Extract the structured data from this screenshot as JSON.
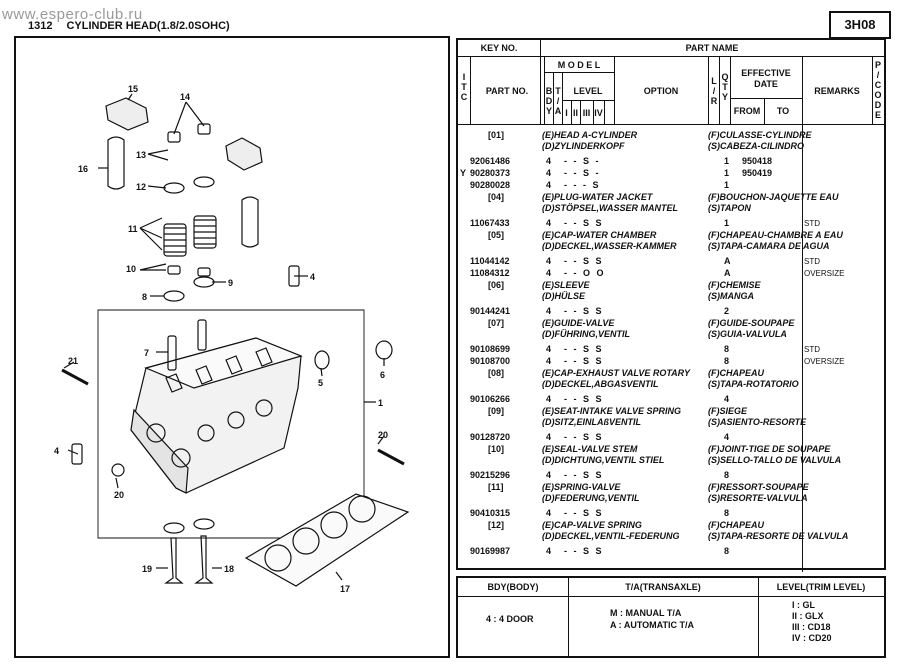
{
  "watermark": "www.espero-club.ru",
  "header": {
    "section_code": "1312",
    "title": "CYLINDER HEAD(1.8/2.0SOHC)",
    "page_code": "3H08"
  },
  "table_headers": {
    "key_no": "KEY NO.",
    "part_name": "PART NAME",
    "itc": [
      "I",
      "T",
      "C"
    ],
    "part_no": "PART NO.",
    "model": "M O D E L",
    "bdy": [
      "B",
      "D",
      "Y"
    ],
    "ta": [
      "T",
      "/",
      "A"
    ],
    "level": "LEVEL",
    "levels": [
      "I",
      "II",
      "III",
      "IV"
    ],
    "option": "OPTION",
    "lr": [
      "L",
      "/",
      "R"
    ],
    "qty": [
      "Q",
      "T",
      "Y"
    ],
    "effective_date": "EFFECTIVE DATE",
    "from": "FROM",
    "to": "TO",
    "remarks": "REMARKS",
    "pcode": [
      "P",
      "/",
      "C",
      "O",
      "D",
      "E"
    ]
  },
  "parts": [
    {
      "type": "name",
      "key": "[01]",
      "e": "(E)HEAD A-CYLINDER",
      "f": "(F)CULASSE-CYLINDRE",
      "d": "(D)ZYLINDERKOPF",
      "s": "(S)CABEZA-CILINDRO"
    },
    {
      "type": "row",
      "itc": "",
      "pn": "92061486",
      "bdy": "4",
      "lv": "- - S -",
      "qty": "1",
      "date": "950418",
      "rem": ""
    },
    {
      "type": "row",
      "itc": "Y",
      "pn": "90280373",
      "bdy": "4",
      "lv": "- - S -",
      "qty": "1",
      "date": "950419",
      "rem": ""
    },
    {
      "type": "row",
      "itc": "",
      "pn": "90280028",
      "bdy": "4",
      "lv": "- - - S",
      "qty": "1",
      "date": "",
      "rem": ""
    },
    {
      "type": "name",
      "key": "[04]",
      "e": "(E)PLUG-WATER JACKET",
      "f": "(F)BOUCHON-JAQUETTE EAU",
      "d": "(D)STÖPSEL,WASSER MANTEL",
      "s": "(S)TAPON"
    },
    {
      "type": "row",
      "itc": "",
      "pn": "11067433",
      "bdy": "4",
      "lv": "- - S S",
      "qty": "1",
      "date": "",
      "rem": "STD"
    },
    {
      "type": "name",
      "key": "[05]",
      "e": "(E)CAP-WATER CHAMBER",
      "f": "(F)CHAPEAU-CHAMBRE A EAU",
      "d": "(D)DECKEL,WASSER-KAMMER",
      "s": "(S)TAPA-CAMARA DE AGUA"
    },
    {
      "type": "row",
      "itc": "",
      "pn": "11044142",
      "bdy": "4",
      "lv": "- - S S",
      "qty": "A",
      "date": "",
      "rem": "STD"
    },
    {
      "type": "row",
      "itc": "",
      "pn": "11084312",
      "bdy": "4",
      "lv": "- - O O",
      "qty": "A",
      "date": "",
      "rem": "OVERSIZE"
    },
    {
      "type": "name",
      "key": "[06]",
      "e": "(E)SLEEVE",
      "f": "(F)CHEMISE",
      "d": "(D)HÜLSE",
      "s": "(S)MANGA"
    },
    {
      "type": "row",
      "itc": "",
      "pn": "90144241",
      "bdy": "4",
      "lv": "- - S S",
      "qty": "2",
      "date": "",
      "rem": ""
    },
    {
      "type": "name",
      "key": "[07]",
      "e": "(E)GUIDE-VALVE",
      "f": "(F)GUIDE-SOUPAPE",
      "d": "(D)FÜHRING,VENTIL",
      "s": "(S)GUIA-VALVULA"
    },
    {
      "type": "row",
      "itc": "",
      "pn": "90108699",
      "bdy": "4",
      "lv": "- - S S",
      "qty": "8",
      "date": "",
      "rem": "STD"
    },
    {
      "type": "row",
      "itc": "",
      "pn": "90108700",
      "bdy": "4",
      "lv": "- - S S",
      "qty": "8",
      "date": "",
      "rem": "OVERSIZE"
    },
    {
      "type": "name",
      "key": "[08]",
      "e": "(E)CAP-EXHAUST VALVE ROTARY",
      "f": "(F)CHAPEAU",
      "d": "(D)DECKEL,ABGASVENTIL",
      "s": "(S)TAPA-ROTATORIO"
    },
    {
      "type": "row",
      "itc": "",
      "pn": "90106266",
      "bdy": "4",
      "lv": "- - S S",
      "qty": "4",
      "date": "",
      "rem": ""
    },
    {
      "type": "name",
      "key": "[09]",
      "e": "(E)SEAT-INTAKE VALVE SPRING",
      "f": "(F)SIEGE",
      "d": "(D)SITZ,EINLAßVENTIL",
      "s": "(S)ASIENTO-RESORTE"
    },
    {
      "type": "row",
      "itc": "",
      "pn": "90128720",
      "bdy": "4",
      "lv": "- - S S",
      "qty": "4",
      "date": "",
      "rem": ""
    },
    {
      "type": "name",
      "key": "[10]",
      "e": "(E)SEAL-VALVE STEM",
      "f": "(F)JOINT-TIGE DE SOUPAPE",
      "d": "(D)DICHTUNG,VENTIL STIEL",
      "s": "(S)SELLO-TALLO DE VALVULA"
    },
    {
      "type": "row",
      "itc": "",
      "pn": "90215296",
      "bdy": "4",
      "lv": "- - S S",
      "qty": "8",
      "date": "",
      "rem": ""
    },
    {
      "type": "name",
      "key": "[11]",
      "e": "(E)SPRING-VALVE",
      "f": "(F)RESSORT-SOUPAPE",
      "d": "(D)FEDERUNG,VENTIL",
      "s": "(S)RESORTE-VALVULA"
    },
    {
      "type": "row",
      "itc": "",
      "pn": "90410315",
      "bdy": "4",
      "lv": "- - S S",
      "qty": "8",
      "date": "",
      "rem": ""
    },
    {
      "type": "name",
      "key": "[12]",
      "e": "(E)CAP-VALVE SPRING",
      "f": "(F)CHAPEAU",
      "d": "(D)DECKEL,VENTIL-FEDERUNG",
      "s": "(S)TAPA-RESORTE DE VALVULA"
    },
    {
      "type": "row",
      "itc": "",
      "pn": "90169987",
      "bdy": "4",
      "lv": "- - S S",
      "qty": "8",
      "date": "",
      "rem": ""
    }
  ],
  "legend": {
    "bdy_title": "BDY(BODY)",
    "ta_title": "T/A(TRANSAXLE)",
    "level_title": "LEVEL(TRIM LEVEL)",
    "bdy_item": "4 : 4 DOOR",
    "ta_items": [
      "M : MANUAL T/A",
      "A : AUTOMATIC  T/A"
    ],
    "level_items": [
      "I : GL",
      "II : GLX",
      "III : CD18",
      "IV : CD20"
    ]
  },
  "callouts": [
    "1",
    "4",
    "4",
    "5",
    "6",
    "7",
    "8",
    "9",
    "10",
    "11",
    "12",
    "13",
    "14",
    "15",
    "16",
    "17",
    "18",
    "19",
    "20",
    "20",
    "21"
  ]
}
